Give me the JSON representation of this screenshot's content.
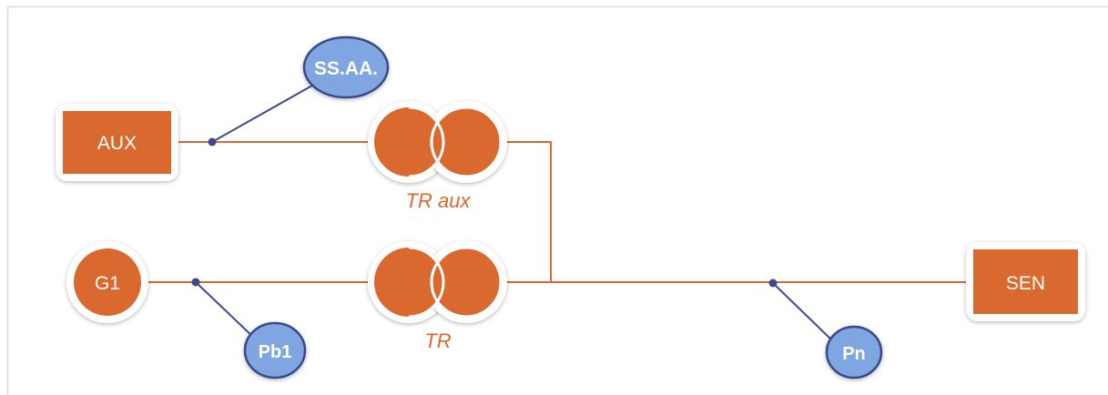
{
  "diagram": {
    "colors": {
      "orange": "#D9692E",
      "blue": "#7FA6E0",
      "navy": "#3A4A8C",
      "frame": "#DADADA"
    },
    "nodes": {
      "aux": {
        "label": "AUX"
      },
      "g1": {
        "label": "G1"
      },
      "sen": {
        "label": "SEN"
      }
    },
    "transformers": {
      "tr_aux": {
        "label": "TR aux"
      },
      "tr": {
        "label": "TR"
      }
    },
    "points": {
      "ssaa": {
        "label": "SS.AA."
      },
      "pb1": {
        "label": "Pb1"
      },
      "pn": {
        "label": "Pn"
      }
    }
  }
}
